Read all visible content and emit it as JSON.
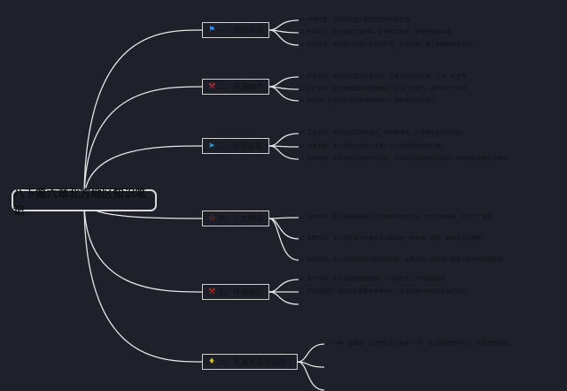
{
  "center": {
    "title": "八下第六章北方地区知识笔记"
  },
  "branches": [
    {
      "label": "一、自然环境",
      "icon": "flag-icon",
      "color": "#1e90ff",
      "leaves": [
        "1. 地理位置：北方地区位于我国北方的地理范围。",
        "2. 气候特点：北方地区气候严寒，冬季寒冷漫长，夏季短暂温凉湿。",
        "3. 地形特征：北方地区主要包括东北平原、华北平原，黄土高原等地形类型。"
      ]
    },
    {
      "label": "二、资源物产",
      "icon": "hammer-icon",
      "color": "#c0304a",
      "leaves": [
        "1. 农业资源：北方地区适合发展农业，主要农作物有小麦、玉米、大豆等。",
        "2. 矿产资源：北方地区拥有丰富的煤炭、石油、天然气、铁矿等矿产资源。",
        "3. 水资源：北方地区的水资源相对较少，部分地区比较缺乏。"
      ]
    },
    {
      "label": "三、经济发展",
      "icon": "paper-plane-icon",
      "color": "#2aa0d8",
      "leaves": [
        "1. 工业发展：北方地区工业较发达，特别是煤炭、石油等资源加工利用。",
        "2. 农业发展：北方地区以农业为主导产业，农田耕种面积广阔。",
        "3. 区域差异：北方地区经济发展不均衡，沿海地区经济相对较发达，内陆地区发展较为滞后。"
      ]
    },
    {
      "label": "四、人文特点",
      "icon": "star-icon",
      "color": "#d03a2a",
      "leaves": [
        "1. 历史文化：北方地区拥有悠久的历史和丰富的文化，如北京的故宫、天安门广场等。",
        "2. 名胜古迹：北方地区有许多著名的名胜古迹，如长城、故宫、秦始皇兵马俑等。",
        "3. 民族特色：北方地区有很多少数民族聚居，如蒙古族、回族等，保留了各自的民族特色。"
      ]
    },
    {
      "label": "五、环境保护",
      "icon": "tool-icon",
      "color": "#b8302a",
      "leaves": [
        "1. 大气污染：北方地区因煤炭和重工业污染严重，大气质量较差。",
        "2. 水资源保护：北方地区需要水资源保护，提倡合理利用和水资源的节约。"
      ]
    },
    {
      "label": "六、发展机遇与挑战",
      "icon": "diamond-icon",
      "color": "#c8c020",
      "leaves": [
        "1. 一带一路战略：北方地区作为中国“一带一路”战略重要的节点，有机遇和挑战。"
      ]
    }
  ]
}
